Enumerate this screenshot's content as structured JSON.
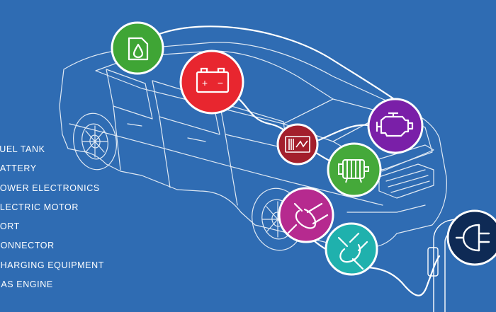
{
  "legend": {
    "items": [
      "FUEL TANK",
      "BATTERY",
      "POWER ELECTRONICS",
      "ELECTRIC MOTOR",
      "PORT",
      "CONNECTOR",
      "CHARGING EQUIPMENT",
      "GAS ENGINE"
    ]
  },
  "components": {
    "fuel_tank": {
      "icon": "fuel-tank-icon",
      "color": "#3fa535"
    },
    "battery": {
      "icon": "battery-icon",
      "color": "#e8262f"
    },
    "battery_symbols": {
      "plus": "+",
      "minus": "−"
    },
    "power_electronics": {
      "icon": "power-electronics-icon",
      "color": "#a31f2c"
    },
    "electric_motor": {
      "icon": "electric-motor-icon",
      "color": "#45a93a"
    },
    "gas_engine": {
      "icon": "gas-engine-icon",
      "color": "#7a1fa8"
    },
    "port": {
      "icon": "port-icon",
      "color": "#b62a8f"
    },
    "connector": {
      "icon": "connector-icon",
      "color": "#1fb1ad"
    },
    "charging_equipment": {
      "icon": "charging-plug-icon",
      "color": "#0e2a55"
    }
  },
  "colors": {
    "background": "#2f6cb3",
    "line": "#ffffff"
  }
}
